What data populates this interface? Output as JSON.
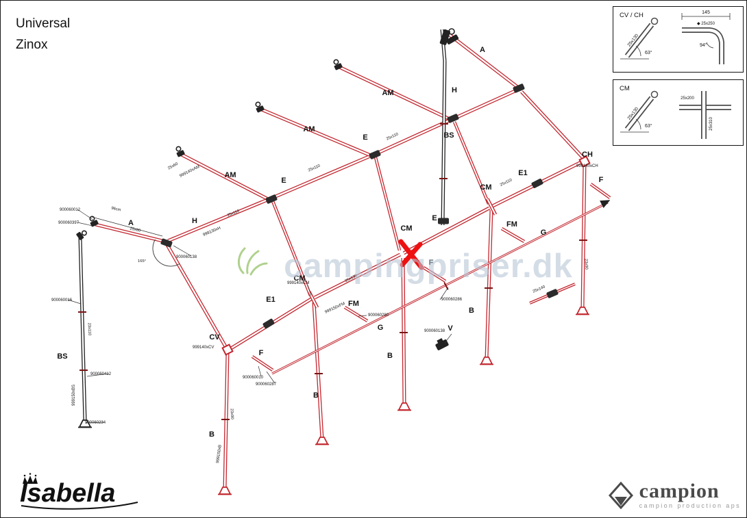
{
  "header": {
    "line1": "Universal",
    "line2": "Zinox"
  },
  "watermark": {
    "text": "campingpriser.dk",
    "icon": "grass-icon"
  },
  "colors": {
    "pole_red": "#c2262e",
    "pole_black": "#1f1f1f",
    "highlight": "#ee1111",
    "watermark": "#b9c7d6",
    "leaf_green": "#7cb342",
    "text": "#111111",
    "campion_gray": "#4a4a4a"
  },
  "boxes": {
    "cvch": {
      "title": "CV / CH",
      "angle": "63°",
      "tube_dim": "25x130",
      "width_dim": "145",
      "corner_dim": "◆ 25x250",
      "corner_angle": "94°"
    },
    "cm": {
      "title": "CM",
      "angle": "63°",
      "tube_dim": "25x130",
      "h_dim": "25x200",
      "v_dim": "25x310"
    }
  },
  "logos": {
    "isabella": {
      "text": "Isabella"
    },
    "campion": {
      "name": "campion",
      "subtitle": "campion production aps"
    }
  },
  "diagram": {
    "lines": [
      [
        "pole-a-left",
        138,
        327,
        240,
        352,
        "r",
        5
      ],
      [
        "pole-h-left",
        244,
        351,
        394,
        289,
        "r",
        5
      ],
      [
        "pole-e-1",
        399,
        287,
        544,
        225,
        "r",
        5
      ],
      [
        "pole-e-2",
        549,
        223,
        659,
        173,
        "r",
        5
      ],
      [
        "pole-h-right",
        664,
        171,
        757,
        129,
        "r",
        5
      ],
      [
        "pole-am-1",
        262,
        224,
        392,
        291,
        "r",
        5
      ],
      [
        "pole-am-2",
        378,
        158,
        542,
        227,
        "r",
        5
      ],
      [
        "pole-am-3",
        492,
        96,
        657,
        174,
        "r",
        5
      ],
      [
        "pole-a-right",
        655,
        50,
        754,
        126,
        "r",
        5
      ],
      [
        "pole-edge-right",
        760,
        133,
        851,
        231,
        "r",
        5
      ],
      [
        "pole-edge-left",
        243,
        357,
        329,
        507,
        "r",
        5
      ],
      [
        "pole-eave-1",
        333,
        510,
        453,
        436,
        "r",
        5
      ],
      [
        "pole-eave-2",
        458,
        434,
        583,
        371,
        "r",
        5
      ],
      [
        "pole-eave-3",
        588,
        369,
        713,
        303,
        "r",
        5
      ],
      [
        "pole-eave-4",
        718,
        300,
        851,
        234,
        "r",
        5
      ],
      [
        "pole-slope-1",
        397,
        293,
        452,
        431,
        "r",
        4.5
      ],
      [
        "pole-slope-2",
        547,
        229,
        582,
        365,
        "r",
        4.5
      ],
      [
        "pole-slope-3",
        662,
        177,
        712,
        297,
        "r",
        4.5
      ],
      [
        "pole-leg-1",
        331,
        514,
        327,
        713,
        "r",
        5
      ],
      [
        "pole-leg-2",
        457,
        441,
        469,
        640,
        "r",
        5
      ],
      [
        "pole-leg-3",
        587,
        376,
        589,
        590,
        "r",
        5
      ],
      [
        "pole-leg-4",
        716,
        306,
        709,
        523,
        "r",
        5
      ],
      [
        "pole-leg-5",
        852,
        238,
        849,
        450,
        "r",
        5
      ],
      [
        "rail-g",
        396,
        545,
        886,
        295,
        "r",
        3
      ],
      [
        "pole-bs-right",
        648,
        88,
        645,
        328,
        "k",
        5
      ],
      [
        "pole-bs-right-top",
        644,
        42,
        648,
        88,
        "k",
        5
      ],
      [
        "pole-bs-left",
        116,
        347,
        123,
        614,
        "k",
        5
      ],
      [
        "pole-f-right",
        861,
        268,
        889,
        288,
        "r",
        4.5
      ],
      [
        "pole-f-mid",
        617,
        390,
        649,
        410,
        "r",
        4.5
      ],
      [
        "pole-f-left",
        367,
        520,
        397,
        540,
        "r",
        4.5
      ],
      [
        "pole-fm-right",
        731,
        333,
        764,
        352,
        "r",
        4.5
      ],
      [
        "pole-fm-mid",
        502,
        448,
        535,
        468,
        "r",
        4.5
      ],
      [
        "pole-v-right",
        772,
        442,
        838,
        414,
        "r",
        4
      ],
      [
        "dim-96cm-line",
        133,
        316,
        236,
        344,
        "k",
        0.7
      ]
    ],
    "fittings": [
      [
        "hook",
        136,
        324,
        -25
      ],
      [
        "hook",
        262,
        222,
        -25
      ],
      [
        "hook",
        378,
        157,
        -25
      ],
      [
        "hook",
        492,
        95,
        -25
      ],
      [
        "peak",
        650,
        55,
        0
      ],
      [
        "clampd",
        395,
        290,
        -23
      ],
      [
        "clampd",
        546,
        225,
        -23
      ],
      [
        "clampd",
        660,
        172,
        -23
      ],
      [
        "clampd",
        756,
        128,
        -23
      ],
      [
        "clampd",
        646,
        322,
        0
      ],
      [
        "clampd",
        242,
        354,
        20
      ],
      [
        "clampd",
        391,
        472,
        -31
      ],
      [
        "clampd",
        783,
        267,
        -27
      ],
      [
        "clampd",
        805,
        428,
        -23
      ],
      [
        "cross",
        456,
        437,
        63
      ],
      [
        "cross",
        716,
        301,
        63
      ],
      [
        "bigx",
        599,
        371,
        0
      ],
      [
        "elbow",
        331,
        510,
        -27
      ],
      [
        "elbow",
        852,
        235,
        -27
      ],
      [
        "vclamp",
        644,
        503,
        -27
      ],
      [
        "arrow",
        884,
        294,
        -27
      ],
      [
        "footr",
        327,
        714,
        0
      ],
      [
        "footr",
        469,
        641,
        0
      ],
      [
        "footr",
        589,
        591,
        0
      ],
      [
        "footr",
        709,
        524,
        0
      ],
      [
        "footr",
        849,
        451,
        0
      ],
      [
        "footk",
        123,
        616,
        0
      ],
      [
        "hook",
        117,
        343,
        55
      ],
      [
        "tick",
        328,
        612,
        0
      ],
      [
        "tick",
        464,
        545,
        0
      ],
      [
        "tick",
        588,
        485,
        0
      ],
      [
        "tick",
        712,
        420,
        0
      ],
      [
        "tick",
        850,
        350,
        0
      ],
      [
        "tick",
        650,
        417,
        63
      ],
      [
        "tick",
        119,
        455,
        0
      ],
      [
        "tick",
        121,
        540,
        0
      ],
      [
        "tick",
        647,
        180,
        0
      ],
      [
        "tick",
        646,
        260,
        0
      ]
    ],
    "arcs": [
      [
        248,
        362,
        26,
        60,
        210
      ]
    ],
    "leaders": [
      [
        112,
        305,
        136,
        321
      ],
      [
        112,
        324,
        134,
        329
      ],
      [
        278,
        373,
        252,
        358
      ],
      [
        98,
        437,
        117,
        443
      ],
      [
        158,
        545,
        126,
        549
      ],
      [
        150,
        616,
        124,
        617
      ],
      [
        380,
        549,
        376,
        534
      ],
      [
        400,
        559,
        388,
        542
      ],
      [
        534,
        460,
        522,
        461
      ],
      [
        641,
        437,
        653,
        419
      ],
      [
        658,
        487,
        648,
        500
      ],
      [
        448,
        416,
        453,
        431
      ]
    ],
    "labels": [
      [
        "L",
        "A",
        703,
        75,
        0
      ],
      [
        "L",
        "A",
        190,
        328,
        0
      ],
      [
        "L",
        "AM",
        565,
        138,
        0
      ],
      [
        "L",
        "AM",
        450,
        191,
        0
      ],
      [
        "L",
        "AM",
        335,
        258,
        0
      ],
      [
        "L",
        "H",
        662,
        134,
        0
      ],
      [
        "L",
        "H",
        283,
        325,
        0
      ],
      [
        "L",
        "E",
        532,
        203,
        0
      ],
      [
        "L",
        "E",
        413,
        266,
        0
      ],
      [
        "L",
        "E",
        633,
        321,
        0
      ],
      [
        "L",
        "E1",
        762,
        255,
        0
      ],
      [
        "L",
        "E1",
        394,
        440,
        0
      ],
      [
        "L",
        "BS",
        654,
        200,
        0
      ],
      [
        "L",
        "BS",
        90,
        523,
        0
      ],
      [
        "L",
        "CM",
        708,
        276,
        0
      ],
      [
        "L",
        "CM",
        592,
        336,
        0
      ],
      [
        "L",
        "CM",
        436,
        409,
        0
      ],
      [
        "L",
        "CH",
        856,
        228,
        0
      ],
      [
        "L",
        "CV",
        312,
        495,
        0
      ],
      [
        "L",
        "F",
        876,
        265,
        0
      ],
      [
        "L",
        "F",
        628,
        386,
        0
      ],
      [
        "L",
        "F",
        380,
        518,
        0
      ],
      [
        "L",
        "FM",
        746,
        330,
        0
      ],
      [
        "L",
        "FM",
        515,
        446,
        0
      ],
      [
        "L",
        "G",
        792,
        342,
        0
      ],
      [
        "L",
        "G",
        554,
        481,
        0
      ],
      [
        "L",
        "B",
        687,
        456,
        0
      ],
      [
        "L",
        "B",
        568,
        522,
        0
      ],
      [
        "L",
        "B",
        460,
        580,
        0
      ],
      [
        "L",
        "B",
        308,
        637,
        0
      ],
      [
        "L",
        "V",
        656,
        482,
        0
      ],
      [
        "P",
        "900060012",
        86,
        307,
        0
      ],
      [
        "P",
        "900060397",
        84,
        326,
        0
      ],
      [
        "P",
        "900060138",
        256,
        376,
        0
      ],
      [
        "P",
        "900060016",
        74,
        439,
        0
      ],
      [
        "P",
        "900060412",
        131,
        547,
        0
      ],
      [
        "P",
        "900060234",
        123,
        618,
        0
      ],
      [
        "P",
        "900060010",
        353,
        552,
        0
      ],
      [
        "P",
        "900060287",
        372,
        562,
        0
      ],
      [
        "P",
        "900060280",
        536,
        461,
        0
      ],
      [
        "P",
        "900060286",
        643,
        438,
        0
      ],
      [
        "P",
        "900060138",
        618,
        484,
        0
      ],
      [
        "P",
        "999140xAM",
        262,
        258,
        -27
      ],
      [
        "P",
        "999130xH",
        296,
        344,
        -23
      ],
      [
        "P",
        "999140xCM",
        418,
        414,
        0
      ],
      [
        "P",
        "999140xCV",
        280,
        508,
        0
      ],
      [
        "P",
        "999140xCH",
        840,
        243,
        0
      ],
      [
        "P",
        "999150xFM",
        474,
        457,
        -25
      ],
      [
        "P",
        "999150xBS",
        108,
        592,
        -90
      ],
      [
        "P",
        "999150xB",
        318,
        676,
        -82
      ],
      [
        "D",
        "96cm",
        168,
        306,
        13
      ],
      [
        "D",
        "25x60",
        196,
        336,
        13
      ],
      [
        "D",
        "25x60",
        252,
        243,
        -28
      ],
      [
        "D",
        "25x110",
        340,
        312,
        -23
      ],
      [
        "D",
        "25x110",
        458,
        246,
        -24
      ],
      [
        "D",
        "25x110",
        572,
        200,
        -25
      ],
      [
        "D",
        "25x110",
        738,
        267,
        -26
      ],
      [
        "D",
        "25x130",
        512,
        407,
        -27
      ],
      [
        "D",
        "25x140",
        786,
        423,
        -23
      ],
      [
        "D",
        "23x90",
        336,
        604,
        87
      ],
      [
        "D",
        "23x90",
        853,
        385,
        87
      ],
      [
        "D",
        "23x110",
        128,
        480,
        88
      ],
      [
        "D",
        "165°",
        206,
        382,
        0
      ]
    ]
  }
}
